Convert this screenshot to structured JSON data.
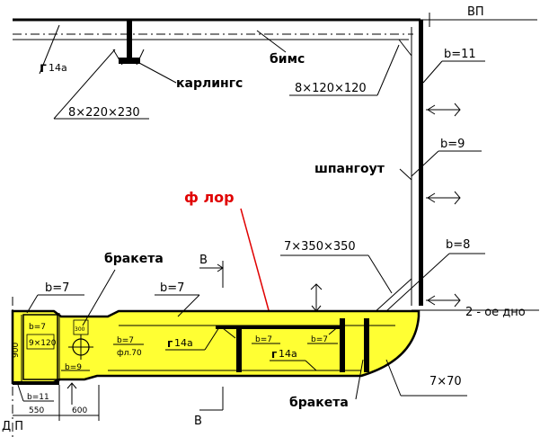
{
  "labels": {
    "vp": "ВП",
    "bims": "бимс",
    "karlings": "карлингс",
    "karlings_r": "14а",
    "karlings_size": "8×220×230",
    "bims_bracket_size": "8×120×120",
    "shpangout": "шпангоут",
    "flor": "ф лор",
    "bracket_top": "бракета",
    "bracket_bottom": "бракета",
    "second_bottom": "2 - ое дно",
    "frame_bracket_size": "7×350×350",
    "b11_top": "b=11",
    "b9": "b=9",
    "b8": "b=8",
    "b7_left": "b=7",
    "b7_mid": "b=7",
    "b7_box": "b=7",
    "b7_flor_a": "b=7",
    "b7_flor_b": "b=7",
    "b7_flor_c": "b=7",
    "b9_box": "b=9",
    "b11_bottom": "b=11",
    "r14a_a": "14а",
    "r14a_b": "14а",
    "fl70": "фл.70",
    "size_9x120": "9×120",
    "size_900": "900",
    "size_7x70": "7×70",
    "dim_550": "550",
    "dim_600": "600",
    "section_b_top": "В",
    "section_b_bottom": "В",
    "dp": "Д П",
    "hole_label": "300"
  }
}
